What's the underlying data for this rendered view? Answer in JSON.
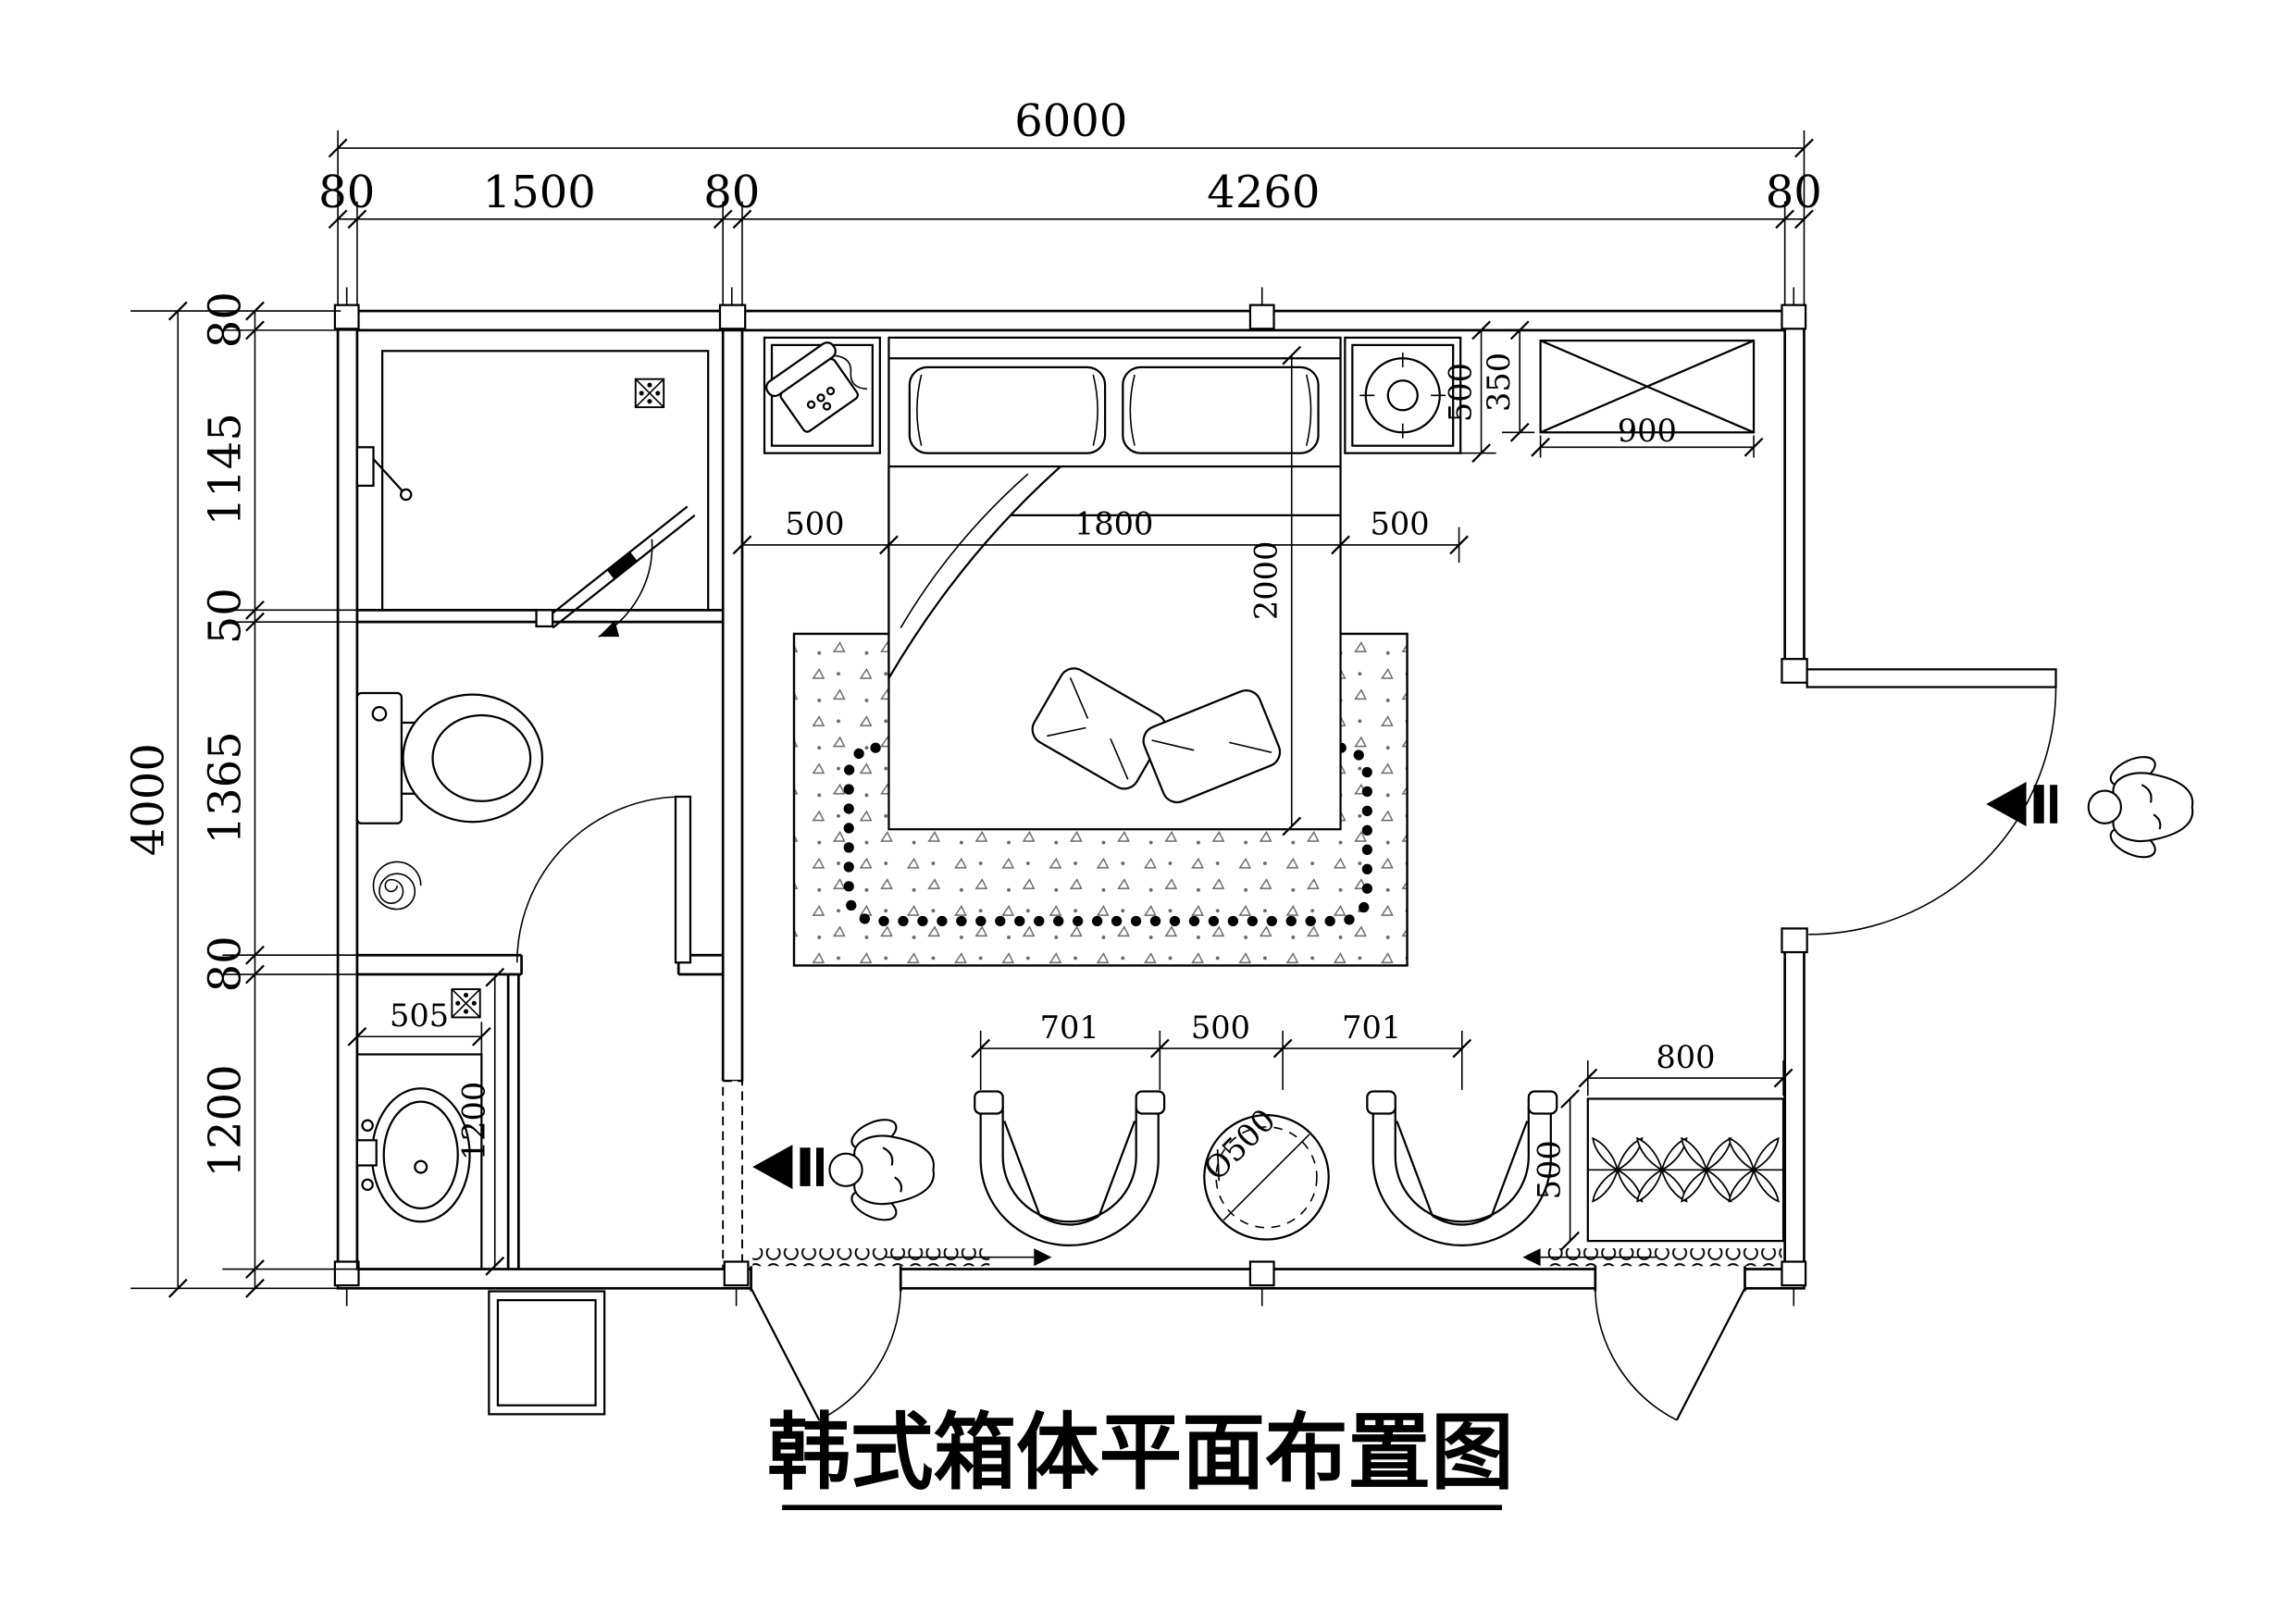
{
  "title": {
    "text": "韩式箱体平面布置图"
  },
  "dims": {
    "overall_width": "6000",
    "overall_height": "4000",
    "top": [
      "80",
      "1500",
      "80",
      "4260",
      "80"
    ],
    "left": [
      "80",
      "1145",
      "50",
      "1365",
      "80",
      "1200"
    ],
    "bed_row": [
      "500",
      "1800",
      "500"
    ],
    "bed_length": "2000",
    "cabinet_width": "900",
    "cabinet_depth": "350",
    "nightstand_size": "500",
    "vanity_width": "505",
    "vanity_depth": "1200",
    "seating": [
      "701",
      "500",
      "701"
    ],
    "table_diameter": "Ø500",
    "planter_width": "800",
    "planter_depth": "500"
  }
}
